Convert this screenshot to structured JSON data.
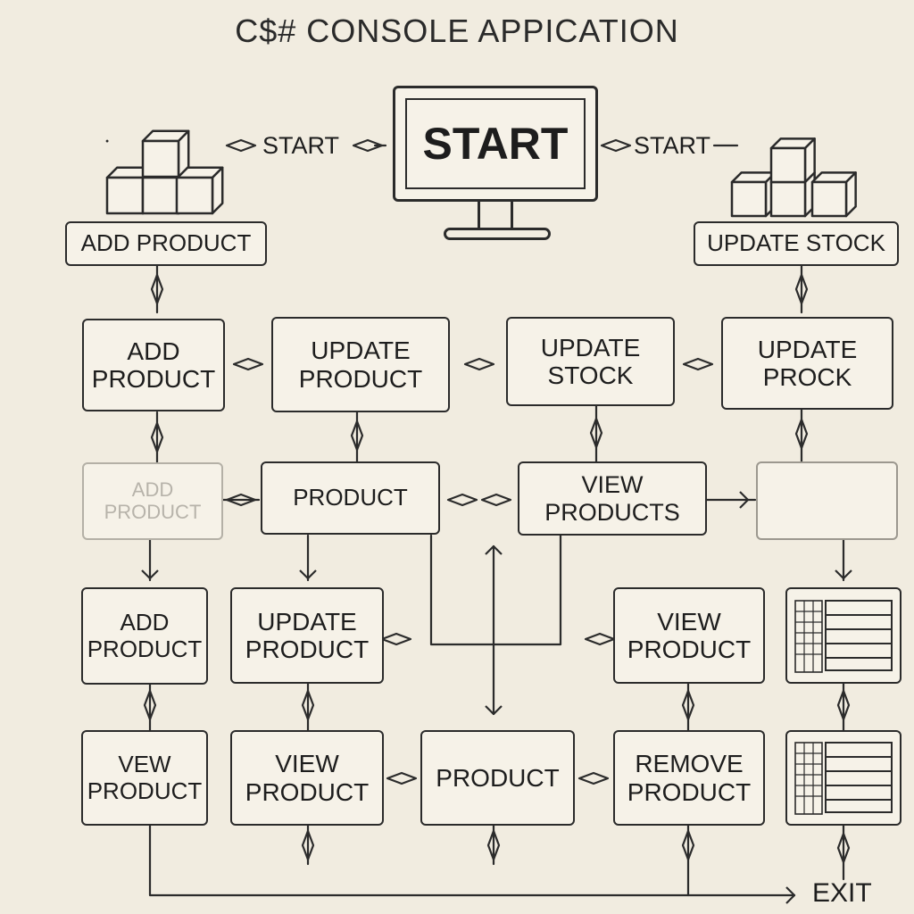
{
  "title": "C$# CONSOLE APPICATION",
  "monitor": {
    "screen_text": "START"
  },
  "top_labels": {
    "left_start": "START",
    "right_start": "START"
  },
  "icons": {
    "left": "stacked-boxes-icon",
    "right": "stacked-boxes-icon",
    "doc_mid": "spreadsheet-icon",
    "doc_bottom": "spreadsheet-icon"
  },
  "top_boxes": {
    "add_product": "ADD PRODUCT",
    "update_stock": "UPDATE STOCK"
  },
  "row1": {
    "add_product": "ADD\nPRODUCT",
    "update_product": "UPDATE\nPRODUCT",
    "update_stock": "UPDATE\nSTOCK",
    "update_prock": "UPDATE\nPROCK"
  },
  "row2": {
    "add_product_faded": "ADD\nPRODUCT",
    "product": "PRODUCT",
    "view_products": "VIEW\nPRODUCTS",
    "empty": ""
  },
  "row3": {
    "add_product": "ADD\nPRODUCT",
    "update_product": "UPDATE\nPRODUCT",
    "view_product": "VIEW\nPRODUCT"
  },
  "row4": {
    "view_product_1": "VEW\nPRODUCT",
    "view_product_2": "VIEW\nPRODUCT",
    "product": "PRODUCT",
    "remove_product": "REMOVE\nPRODUCT"
  },
  "exit_label": "EXIT",
  "colors": {
    "background": "#f1ece0",
    "ink": "#2b2b2b",
    "faded": "#b4b0a6"
  }
}
